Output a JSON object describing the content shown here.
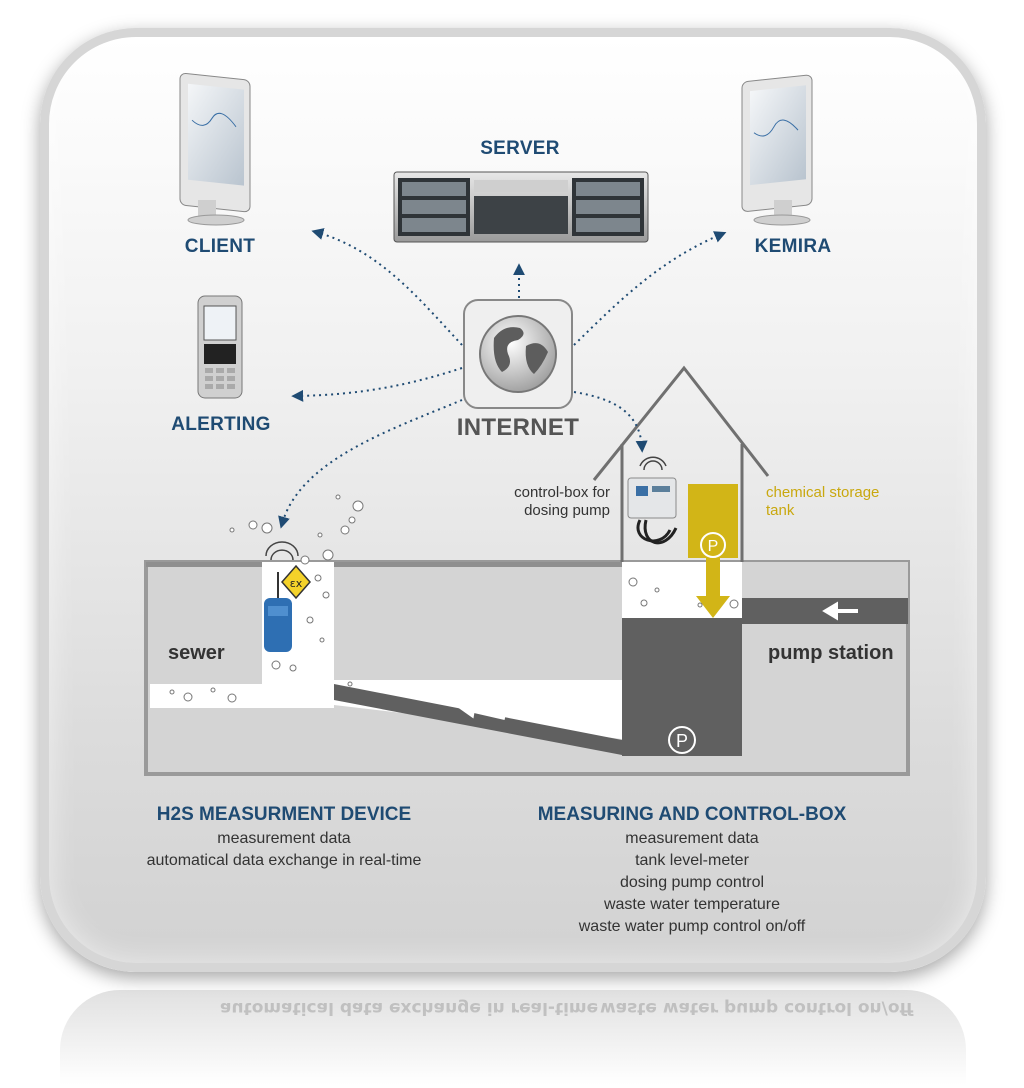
{
  "nodes": {
    "server": "SERVER",
    "client": "CLIENT",
    "kemira": "KEMIRA",
    "alerting": "ALERTING",
    "internet": "INTERNET"
  },
  "labels": {
    "control_box": [
      "control-box for",
      "dosing pump"
    ],
    "chemical_tank": [
      "chemical storage",
      "tank"
    ],
    "sewer": "sewer",
    "pump_station": "pump station",
    "pump_symbol": "P"
  },
  "h2s_device": {
    "title": "H2S MEASURMENT DEVICE",
    "items": [
      "measurement data",
      "automatical data exchange in real-time"
    ]
  },
  "control_box_info": {
    "title": "MEASURING AND CONTROL-BOX",
    "items": [
      "measurement data",
      "tank level-meter",
      "dosing pump control",
      "waste water temperature",
      "waste water pump control on/off"
    ]
  },
  "colors": {
    "label_blue": "#1f4b73",
    "chemical_yellow": "#d2b517",
    "pipe_gray": "#606060"
  }
}
